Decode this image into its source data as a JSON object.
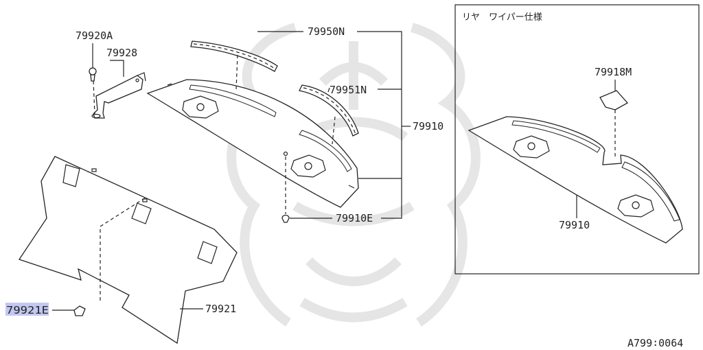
{
  "diagram": {
    "watermark_color": "#e3e3e3",
    "highlight_color": "#8f9be6",
    "labels": {
      "p79920A": "79920A",
      "p79928": "79928",
      "p79950N": "79950N",
      "p79951N": "79951N",
      "p79910": "79910",
      "p79910E": "79910E",
      "p79921": "79921",
      "p79921E": "79921E",
      "inset_79918M": "79918M",
      "inset_79910": "79910"
    },
    "inset": {
      "title": "リヤ　ワイパー仕様"
    },
    "catalog_code": "A799∶0064"
  }
}
